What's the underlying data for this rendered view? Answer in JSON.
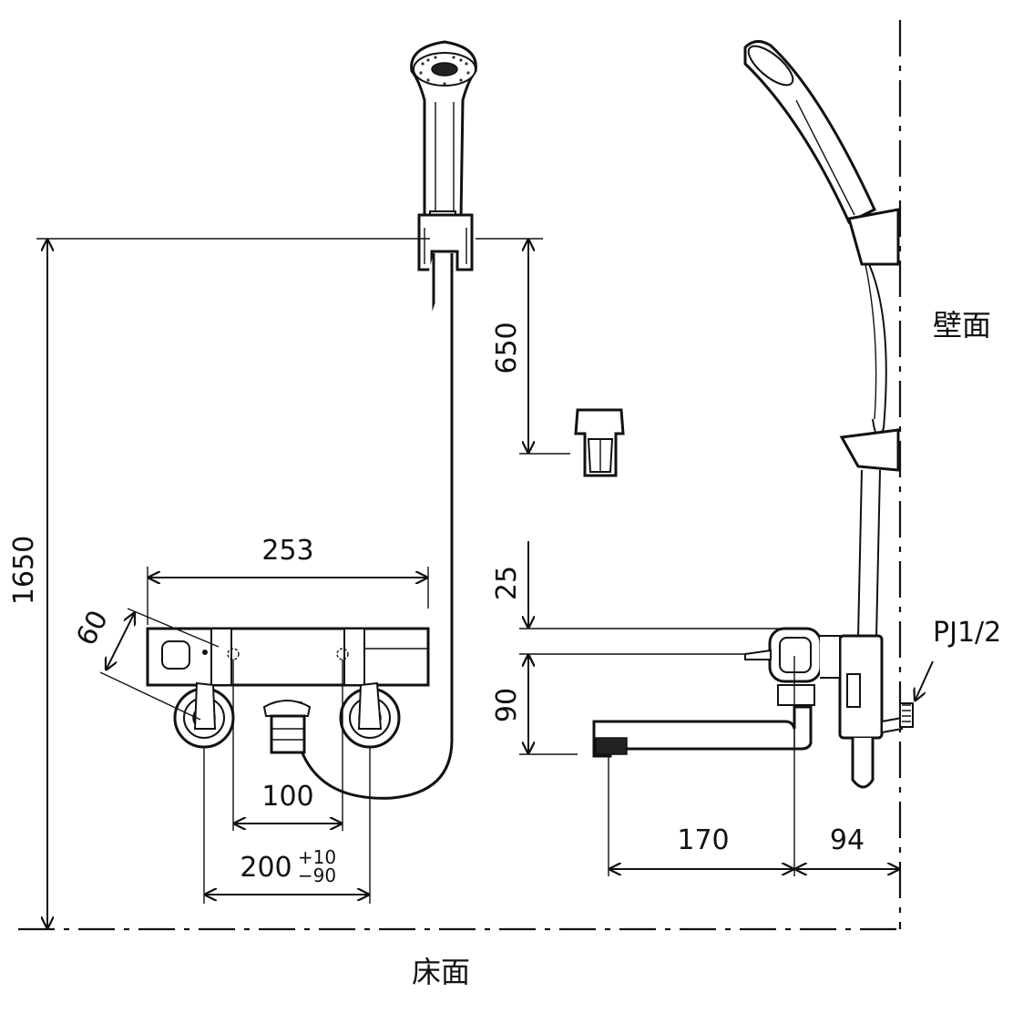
{
  "dimensions": {
    "height_total": "1650",
    "holder_offset": "650",
    "body_width": "253",
    "handle_tilt": "60",
    "inner_spacing": "100",
    "pitch": "200",
    "pitch_tol_plus": "+10",
    "pitch_tol_minus": "−90",
    "top_offset": "25",
    "spout_height": "90",
    "spout_reach": "170",
    "wall_offset": "94"
  },
  "labels": {
    "wall": "壁面",
    "floor": "床面",
    "thread": "PJ1/2"
  }
}
